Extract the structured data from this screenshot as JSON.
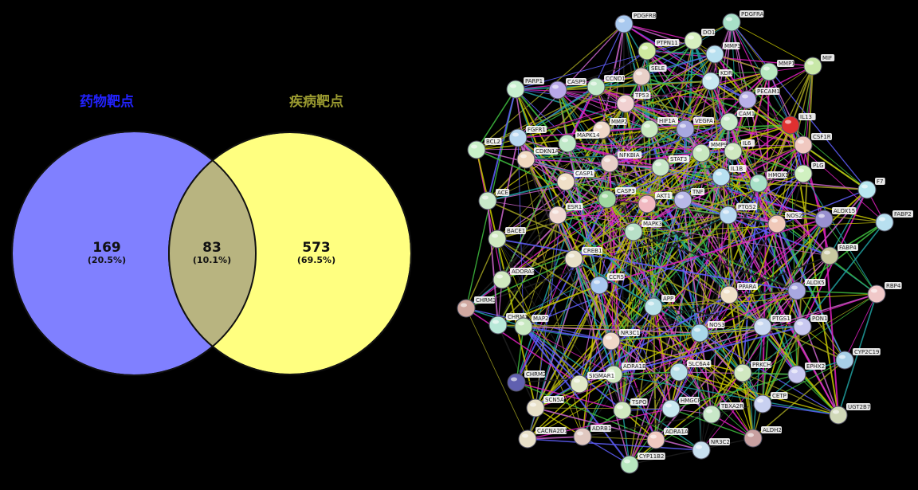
{
  "venn": {
    "left_label": "药物靶点",
    "right_label": "疾病靶点",
    "left_only": {
      "count": "169",
      "percent": "(20.5%)"
    },
    "overlap": {
      "count": "83",
      "percent": "(10.1%)"
    },
    "right_only": {
      "count": "573",
      "percent": "(69.5%)"
    },
    "colors": {
      "left": "#8080ff",
      "right": "#ffff80",
      "overlap": "#b8b480",
      "left_label": "#2222ff",
      "right_label": "#9a9a30"
    }
  },
  "network": {
    "nodes": [
      {
        "id": "PDGFRB"
      },
      {
        "id": "PDGFRA"
      },
      {
        "id": "PTPN11"
      },
      {
        "id": "DO1"
      },
      {
        "id": "MMP3"
      },
      {
        "id": "MMP1"
      },
      {
        "id": "MIF"
      },
      {
        "id": "PARP1"
      },
      {
        "id": "CASP9"
      },
      {
        "id": "CCND1"
      },
      {
        "id": "SELE"
      },
      {
        "id": "TP53"
      },
      {
        "id": "PECAM1"
      },
      {
        "id": "IL13"
      },
      {
        "id": "MMP2"
      },
      {
        "id": "HIF1A"
      },
      {
        "id": "VEGFA"
      },
      {
        "id": "CAM1"
      },
      {
        "id": "CSF1R"
      },
      {
        "id": "FGFR1"
      },
      {
        "id": "MAPK14"
      },
      {
        "id": "BCL2"
      },
      {
        "id": "CDKN1A"
      },
      {
        "id": "NFKBIA"
      },
      {
        "id": "STAT3"
      },
      {
        "id": "MMP9"
      },
      {
        "id": "IL6"
      },
      {
        "id": "CASP1"
      },
      {
        "id": "IL1B"
      },
      {
        "id": "HMOX1"
      },
      {
        "id": "PLG"
      },
      {
        "id": "F7"
      },
      {
        "id": "CASP3"
      },
      {
        "id": "AKT1"
      },
      {
        "id": "TNF"
      },
      {
        "id": "ESR1"
      },
      {
        "id": "PTGS2"
      },
      {
        "id": "NOS2"
      },
      {
        "id": "ALOX15"
      },
      {
        "id": "FABP2"
      },
      {
        "id": "BACE1"
      },
      {
        "id": "MAPK3"
      },
      {
        "id": "FABP4"
      },
      {
        "id": "CREB1"
      },
      {
        "id": "ADORA3"
      },
      {
        "id": "CCR5"
      },
      {
        "id": "PPARA"
      },
      {
        "id": "ALOX5"
      },
      {
        "id": "RBP4"
      },
      {
        "id": "CHRM3"
      },
      {
        "id": "APP"
      },
      {
        "id": "CHRM1"
      },
      {
        "id": "MAP2"
      },
      {
        "id": "NR3C1"
      },
      {
        "id": "NOS3"
      },
      {
        "id": "PTGS1"
      },
      {
        "id": "PON1"
      },
      {
        "id": "CYP2C19"
      },
      {
        "id": "SLC6A4"
      },
      {
        "id": "PRKCH"
      },
      {
        "id": "EPHX2"
      },
      {
        "id": "CHRM2"
      },
      {
        "id": "ADRA1B"
      },
      {
        "id": "SIGMAR1"
      },
      {
        "id": "SCN5A"
      },
      {
        "id": "TSPO"
      },
      {
        "id": "HMGCR"
      },
      {
        "id": "TBXA2R"
      },
      {
        "id": "CETP"
      },
      {
        "id": "UGT2B7"
      },
      {
        "id": "ADRB1"
      },
      {
        "id": "CACNA2D1"
      },
      {
        "id": "ADRA1A"
      },
      {
        "id": "ALDH2"
      },
      {
        "id": "NR3C2"
      },
      {
        "id": "CYP11B2"
      },
      {
        "id": "ACE"
      },
      {
        "id": "KDR"
      }
    ]
  }
}
